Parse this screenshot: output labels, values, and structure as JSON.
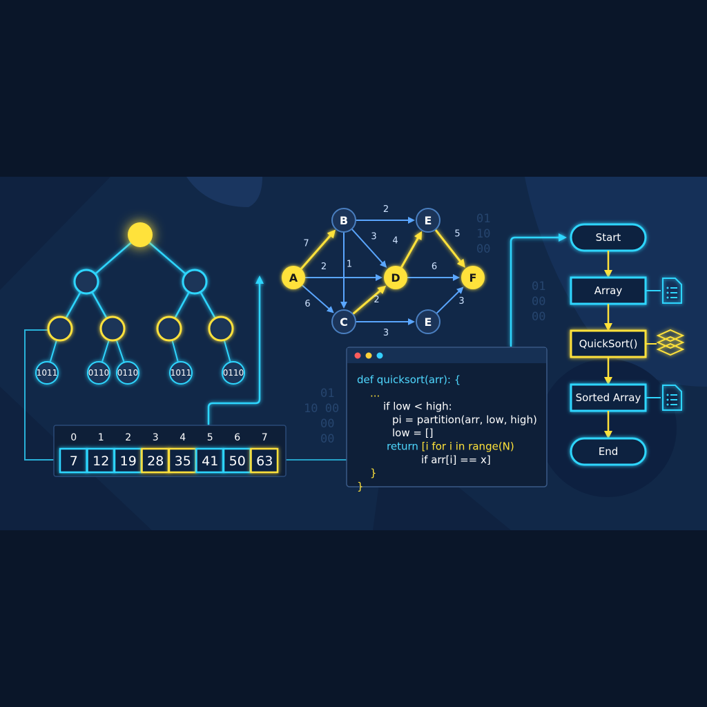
{
  "tree": {
    "leaves": [
      "1011",
      "0110",
      "0110",
      "1011",
      "0110"
    ]
  },
  "array": {
    "indices": [
      "0",
      "1",
      "2",
      "3",
      "4",
      "5",
      "6",
      "7"
    ],
    "values": [
      "7",
      "12",
      "19",
      "28",
      "35",
      "41",
      "50",
      "63"
    ],
    "highlighted": [
      3,
      4,
      7
    ]
  },
  "graph": {
    "nodes": [
      {
        "id": "A",
        "label": "A",
        "highlight": true
      },
      {
        "id": "B",
        "label": "B",
        "highlight": false
      },
      {
        "id": "C",
        "label": "C",
        "highlight": false
      },
      {
        "id": "D",
        "label": "D",
        "highlight": true
      },
      {
        "id": "E1",
        "label": "E",
        "highlight": false
      },
      {
        "id": "E2",
        "label": "E",
        "highlight": false
      },
      {
        "id": "F",
        "label": "F",
        "highlight": true
      }
    ],
    "edges": [
      {
        "from": "A",
        "to": "B",
        "weight": "7",
        "path": true
      },
      {
        "from": "A",
        "to": "D",
        "weight": "2",
        "path": false
      },
      {
        "from": "A",
        "to": "C",
        "weight": "6",
        "path": false
      },
      {
        "from": "B",
        "to": "E1",
        "weight": "2",
        "path": false
      },
      {
        "from": "B",
        "to": "D",
        "weight": "3",
        "path": false
      },
      {
        "from": "B",
        "to": "C",
        "weight": "1",
        "path": false
      },
      {
        "from": "C",
        "to": "D",
        "weight": "2",
        "path": true
      },
      {
        "from": "C",
        "to": "E2",
        "weight": "3",
        "path": false
      },
      {
        "from": "D",
        "to": "E1",
        "weight": "4",
        "path": true
      },
      {
        "from": "D",
        "to": "F",
        "weight": "6",
        "path": false
      },
      {
        "from": "E1",
        "to": "F",
        "weight": "5",
        "path": true
      },
      {
        "from": "E2",
        "to": "F",
        "weight": "3",
        "path": false
      }
    ]
  },
  "code": {
    "lines": [
      [
        {
          "t": "def quicksort(arr): {",
          "c": "#4fd8ff"
        }
      ],
      [
        {
          "t": "...",
          "c": "#ffe23a"
        }
      ],
      [
        {
          "t": "if low < high:",
          "c": "#ffffff"
        }
      ],
      [
        {
          "t": "pi = partition(arr, low, high)",
          "c": "#ffffff"
        }
      ],
      [
        {
          "t": "low = []",
          "c": "#ffffff"
        }
      ],
      [
        {
          "t": "return ",
          "c": "#4fd8ff"
        },
        {
          "t": "[i for i in range(N)",
          "c": "#ffe23a"
        }
      ],
      [
        {
          "t": "if arr[i] == x]",
          "c": "#ffffff"
        }
      ],
      [
        {
          "t": "}",
          "c": "#ffe23a"
        }
      ],
      [
        {
          "t": "}",
          "c": "#ffe23a"
        }
      ]
    ]
  },
  "flowchart": {
    "steps": [
      {
        "label": "Start",
        "shape": "pill",
        "highlight": false,
        "icon": ""
      },
      {
        "label": "Array",
        "shape": "rect",
        "highlight": false,
        "icon": "document-icon"
      },
      {
        "label": "QuickSort()",
        "shape": "rect",
        "highlight": true,
        "icon": "layers-icon"
      },
      {
        "label": "Sorted Array",
        "shape": "rect",
        "highlight": false,
        "icon": "document-icon"
      },
      {
        "label": "End",
        "shape": "pill",
        "highlight": false,
        "icon": ""
      }
    ]
  },
  "binary_decor": [
    {
      "lines": [
        "01",
        "10",
        "00"
      ]
    },
    {
      "lines": [
        "01",
        "00",
        "00"
      ]
    },
    {
      "lines": [
        "01",
        "10 00",
        "00",
        "00"
      ]
    }
  ],
  "colors": {
    "background": "#0c1a30",
    "panel": "#112848",
    "cyan": "#2fd6ff",
    "yellow": "#ffe23a",
    "node_fill": "#1b3459",
    "edge": "#5aa6ff",
    "code_bg": "#0e1f38"
  }
}
